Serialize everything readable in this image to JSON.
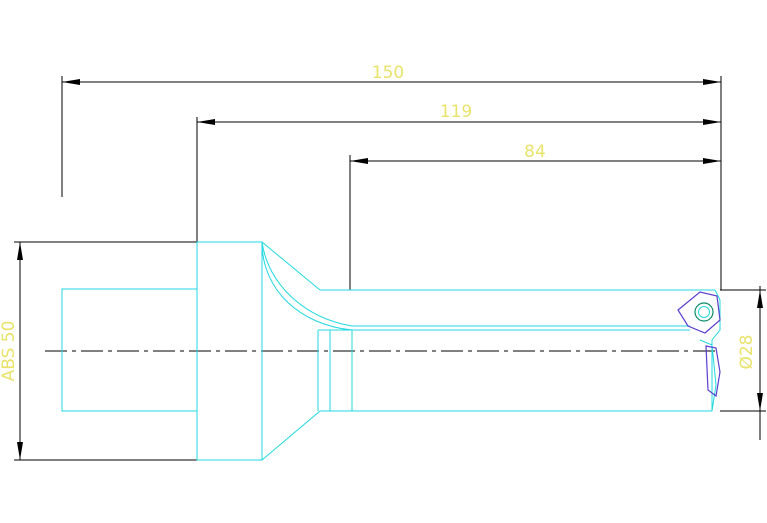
{
  "dimensions": {
    "overall_length": "150",
    "shank_to_tip": "119",
    "drill_length": "84",
    "shank_diameter": "ABS 50",
    "drill_diameter": "Ø28"
  },
  "colors": {
    "outline": "#22d8e0",
    "dimension_text": "#e9e36a",
    "dimension_lines": "#000000",
    "insert": "#5a3fd0"
  }
}
